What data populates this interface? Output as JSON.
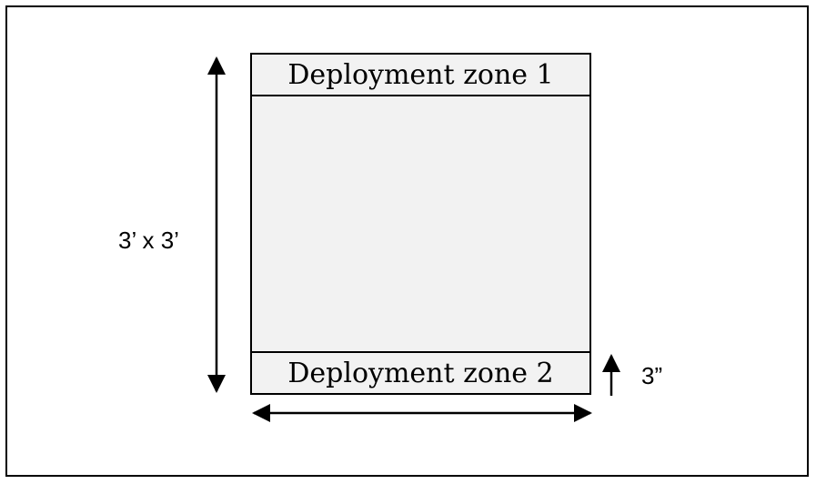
{
  "board": {
    "zone_top_label": "Deployment zone 1",
    "zone_bottom_label": "Deployment zone 2"
  },
  "dimensions": {
    "board_size": "3’ x 3’",
    "zone_depth": "3”"
  },
  "colors": {
    "board_fill": "#f2f2f2",
    "stroke": "#000000",
    "background": "#ffffff"
  }
}
